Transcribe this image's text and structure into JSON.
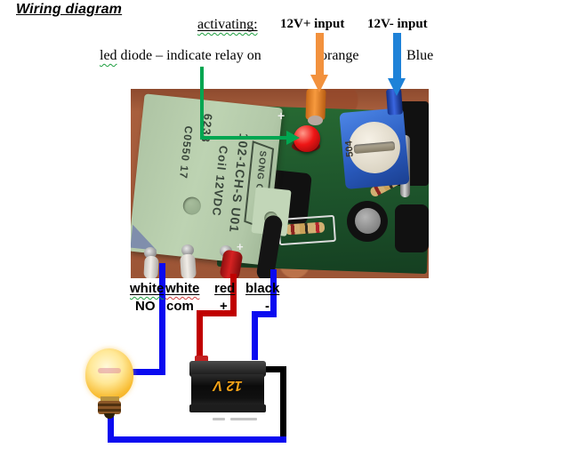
{
  "title": "Wiring diagram",
  "annotations": {
    "activating": "activating:",
    "pos_input": "12V+ input",
    "neg_input": "12V- input",
    "led_word": "led",
    "led_note_rest": " diode – indicate relay on",
    "orange_label": "orange",
    "blue_label": "Blue"
  },
  "photo": {
    "relay": {
      "brand": "SONG CHUAN",
      "model": "102-1CH-S U01",
      "coil": "Coil 12VDC",
      "batch": "6238",
      "code": "C0550 17"
    },
    "trimmer_value": "504",
    "silkscreen": {
      "plus_top": "+",
      "plus_bottom": "+",
      "minus_bottom": "-"
    }
  },
  "terminals": {
    "wire_colors": [
      "white",
      "white",
      "red",
      "black"
    ],
    "functions": [
      "NO",
      "com",
      "+",
      "-"
    ]
  },
  "battery": {
    "label": "12 V"
  },
  "icons": {
    "led_pointer": "green-elbow-arrow",
    "pos_arrow": "orange-down-arrow",
    "neg_arrow": "blue-down-arrow"
  },
  "colors": {
    "wire_blue": "#0a0af0",
    "wire_red": "#c00000",
    "wire_black": "#000000",
    "arrow_green": "#00a651",
    "arrow_orange": "#f2913d",
    "arrow_blue": "#1e82d8"
  }
}
